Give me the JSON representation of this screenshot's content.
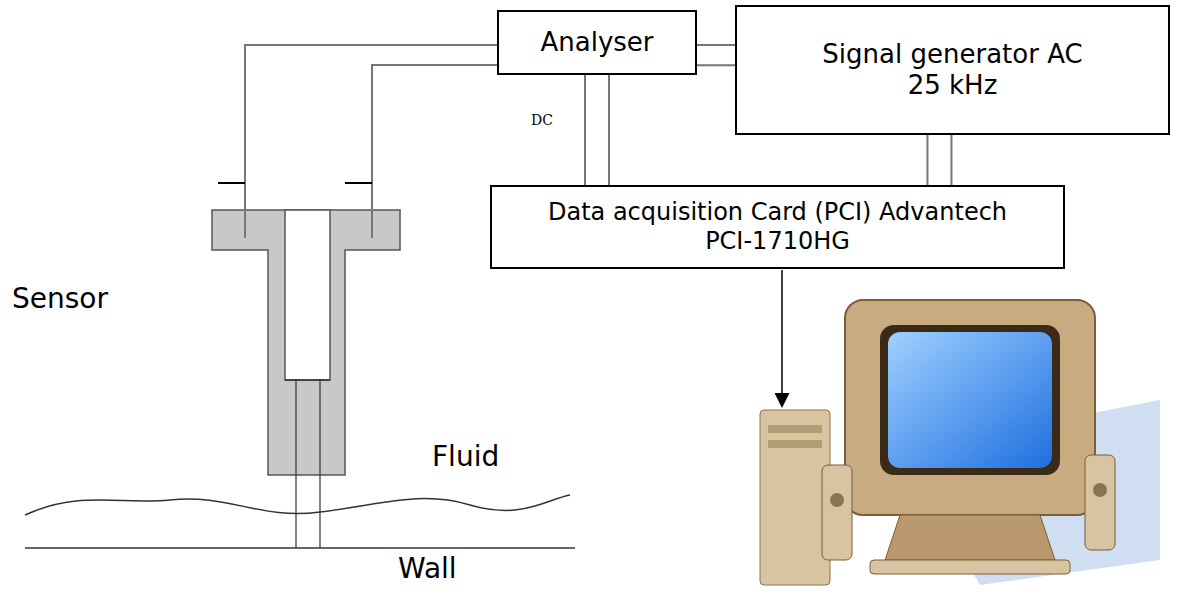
{
  "diagram": {
    "nodes": [
      {
        "text": [
          "Analyser"
        ]
      },
      {
        "text": [
          "Signal generator AC 25 kHz"
        ]
      },
      {
        "text": [
          "Data acquisition Card (PCI) Advantech PCI-1710HG"
        ]
      }
    ],
    "edges": [
      {
        "from": 0,
        "to": 1,
        "arrow": "none"
      },
      {
        "from": 0,
        "to": 2,
        "arrow": "none",
        "label": "DC"
      },
      {
        "from": 1,
        "to": 2,
        "arrow": "none"
      }
    ],
    "labels": [
      "Sensor",
      "Fluid",
      "Wall"
    ]
  }
}
